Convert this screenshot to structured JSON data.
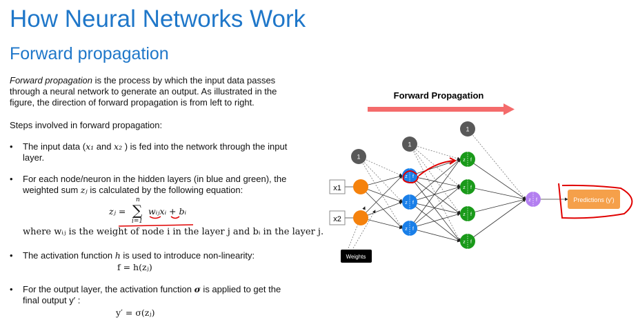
{
  "title": "How Neural Networks Work",
  "subtitle": "Forward propagation",
  "intro": {
    "term": "Forward propagation",
    "rest": " is the process by which the input data passes through a neural network to generate an output. As illustrated in the figure, the direction of forward propagation is from left to right."
  },
  "steps_heading": "Steps involved in forward propagation:",
  "bullets": [
    {
      "a": "The input data (",
      "x1": "x₁",
      "and": " and ",
      "x2": "x₂",
      "b": " ) is fed into the network through the input layer."
    },
    {
      "a": "For each node/neuron in the hidden layers (in blue and green), the weighted sum ",
      "zj": "zⱼ",
      "b": " is calculated by the following equation:"
    },
    {
      "a": "The activation function ",
      "h": "h",
      "b": " is used to introduce non-linearity:"
    },
    {
      "a": "For the output layer, the activation function ",
      "sigma": "σ",
      "b": " is applied to get the final output y′ :"
    }
  ],
  "equations": {
    "sum_lhs": "zⱼ =",
    "sum_sym": "∑",
    "sum_top": "n",
    "sum_bottom": "i=1",
    "sum_rhs": "wᵢⱼxᵢ + bᵢ",
    "where": "where wᵢⱼ is the weight of node i in the layer j and bᵢ in the layer j.",
    "activation": "f = h(zⱼ)",
    "output": "y′ = σ(zⱼ)"
  },
  "diagram": {
    "title": "Forward Propagation",
    "bias_label": "1",
    "inputs": [
      "x1",
      "x2"
    ],
    "z": "z",
    "f": "f",
    "weights": "Weights",
    "prediction": "Predictions (y')",
    "colors": {
      "input": "#f5820d",
      "hidden1": "#1a7fe8",
      "hidden2": "#1a9a1a",
      "output": "#b37ff0",
      "bias": "#595959",
      "arrow": "#f46b6b",
      "annotation": "#e00000",
      "pred": "#f5a04a"
    }
  }
}
